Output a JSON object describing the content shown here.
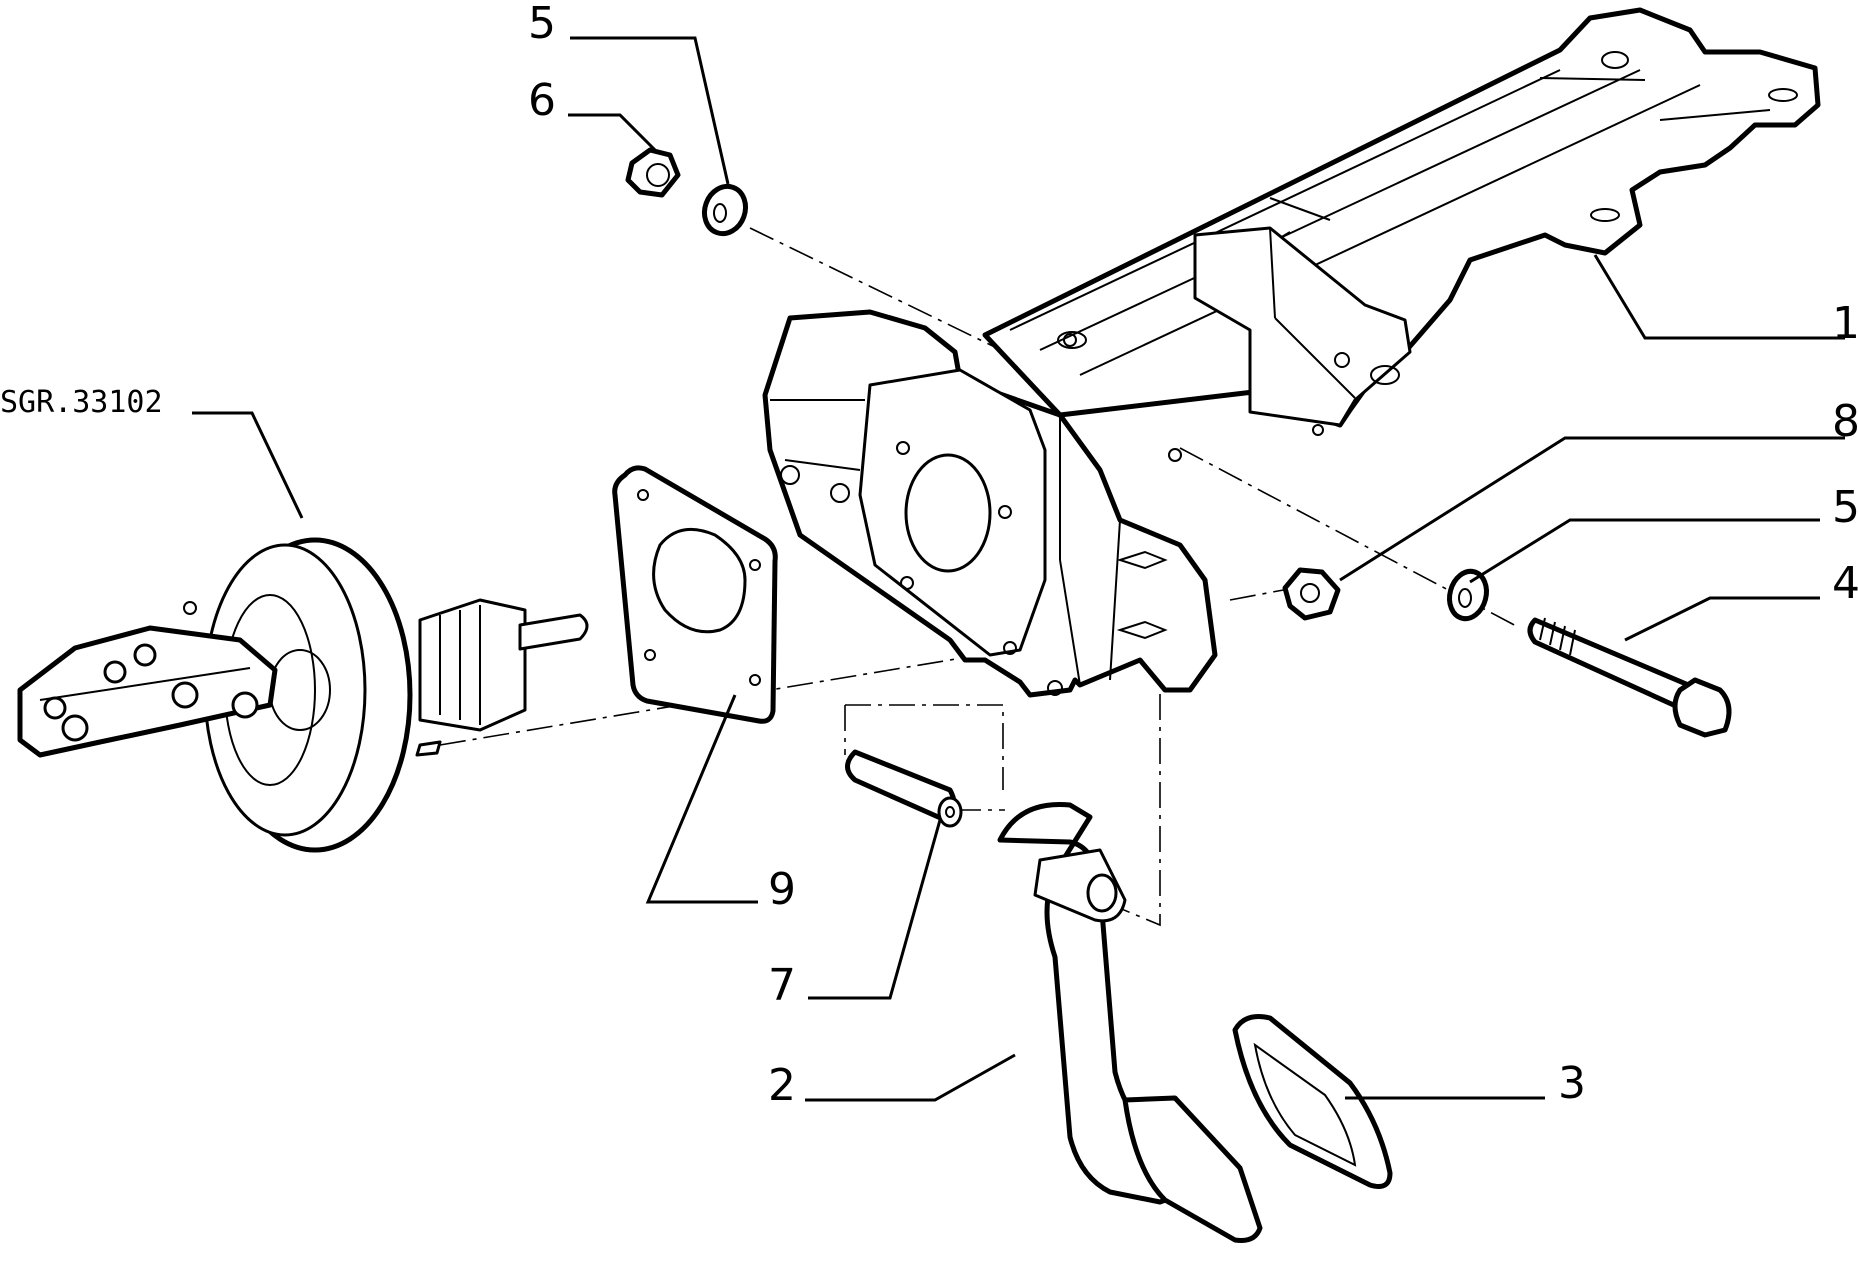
{
  "diagram": {
    "reference_label": "SGR.33102",
    "callouts": {
      "c1": "1",
      "c2": "2",
      "c3": "3",
      "c4": "4",
      "c5_top": "5",
      "c5_right": "5",
      "c6": "6",
      "c7": "7",
      "c8": "8",
      "c9": "9"
    },
    "colors": {
      "line": "#000000",
      "background": "#ffffff"
    }
  }
}
